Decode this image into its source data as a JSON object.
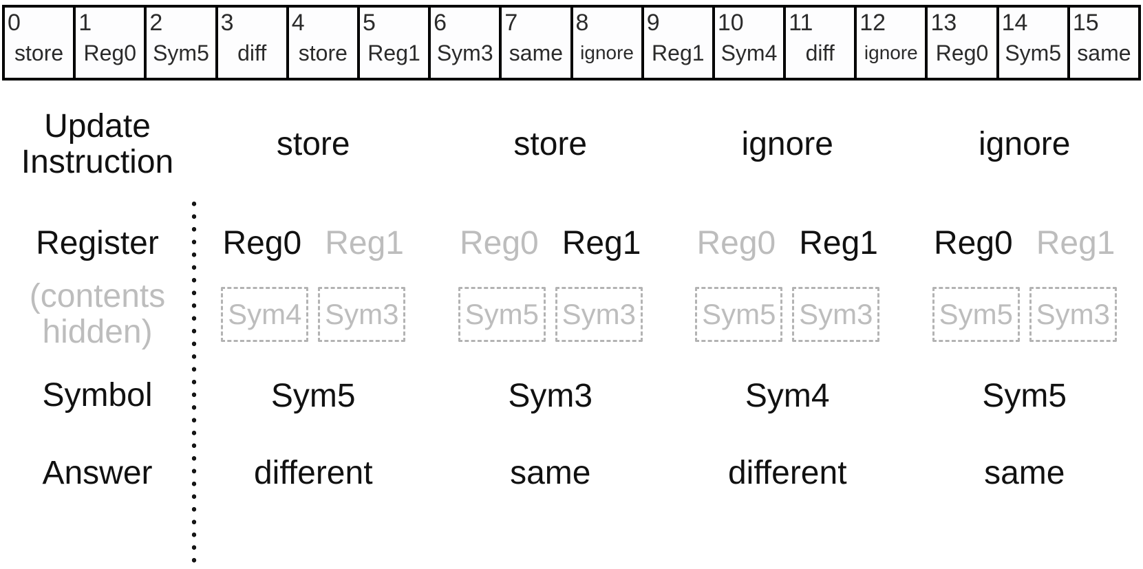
{
  "colors": {
    "text_black": "#111111",
    "text_gray": "#bdbdbd",
    "strip_border": "#000000",
    "dashed_box_border": "#b3b3b3",
    "background": "#ffffff"
  },
  "token_strip": {
    "cells": [
      {
        "index": "0",
        "label": "store"
      },
      {
        "index": "1",
        "label": "Reg0"
      },
      {
        "index": "2",
        "label": "Sym5"
      },
      {
        "index": "3",
        "label": "diff"
      },
      {
        "index": "4",
        "label": "store"
      },
      {
        "index": "5",
        "label": "Reg1"
      },
      {
        "index": "6",
        "label": "Sym3"
      },
      {
        "index": "7",
        "label": "same"
      },
      {
        "index": "8",
        "label": "ignore"
      },
      {
        "index": "9",
        "label": "Reg1"
      },
      {
        "index": "10",
        "label": "Sym4"
      },
      {
        "index": "11",
        "label": "diff"
      },
      {
        "index": "12",
        "label": "ignore"
      },
      {
        "index": "13",
        "label": "Reg0"
      },
      {
        "index": "14",
        "label": "Sym5"
      },
      {
        "index": "15",
        "label": "same"
      }
    ]
  },
  "row_labels": {
    "update_line1": "Update",
    "update_line2": "Instruction",
    "register": "Register",
    "hidden_line1": "(contents",
    "hidden_line2": "hidden)",
    "symbol": "Symbol",
    "answer": "Answer"
  },
  "trials": [
    {
      "update_instruction": "store",
      "register_reg0": "Reg0",
      "register_reg0_active": true,
      "register_reg1": "Reg1",
      "register_reg1_active": false,
      "hidden_reg0": "Sym4",
      "hidden_reg1": "Sym3",
      "symbol": "Sym5",
      "answer": "different"
    },
    {
      "update_instruction": "store",
      "register_reg0": "Reg0",
      "register_reg0_active": false,
      "register_reg1": "Reg1",
      "register_reg1_active": true,
      "hidden_reg0": "Sym5",
      "hidden_reg1": "Sym3",
      "symbol": "Sym3",
      "answer": "same"
    },
    {
      "update_instruction": "ignore",
      "register_reg0": "Reg0",
      "register_reg0_active": false,
      "register_reg1": "Reg1",
      "register_reg1_active": true,
      "hidden_reg0": "Sym5",
      "hidden_reg1": "Sym3",
      "symbol": "Sym4",
      "answer": "different"
    },
    {
      "update_instruction": "ignore",
      "register_reg0": "Reg0",
      "register_reg0_active": true,
      "register_reg1": "Reg1",
      "register_reg1_active": false,
      "hidden_reg0": "Sym5",
      "hidden_reg1": "Sym3",
      "symbol": "Sym5",
      "answer": "same"
    }
  ]
}
